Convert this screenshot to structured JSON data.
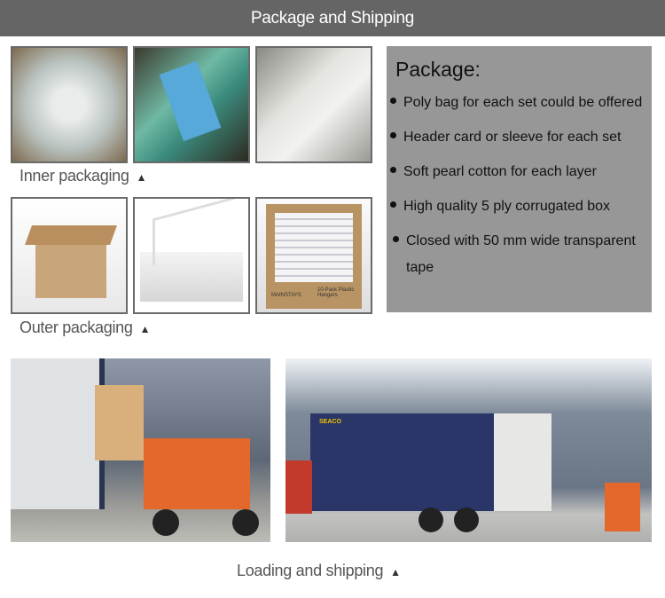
{
  "header": {
    "title": "Package and Shipping"
  },
  "inner": {
    "caption": "Inner packaging",
    "arrow": "▲"
  },
  "outer": {
    "caption": "Outer packaging",
    "arrow": "▲",
    "box_label": "10-Pack Plastic Hangers",
    "box_brand": "MAINSTAYS"
  },
  "package": {
    "title": "Package:",
    "items": [
      "Poly bag for each set could be offered",
      "Header card or sleeve for each set",
      "Soft pearl cotton for each layer",
      "High quality 5 ply corrugated box",
      "Closed with 50 mm wide transparent tape"
    ]
  },
  "loading": {
    "caption": "Loading and shipping",
    "arrow": "▲",
    "container_brand": "SEACO"
  },
  "colors": {
    "header": "#656565",
    "panel": "#979797"
  }
}
